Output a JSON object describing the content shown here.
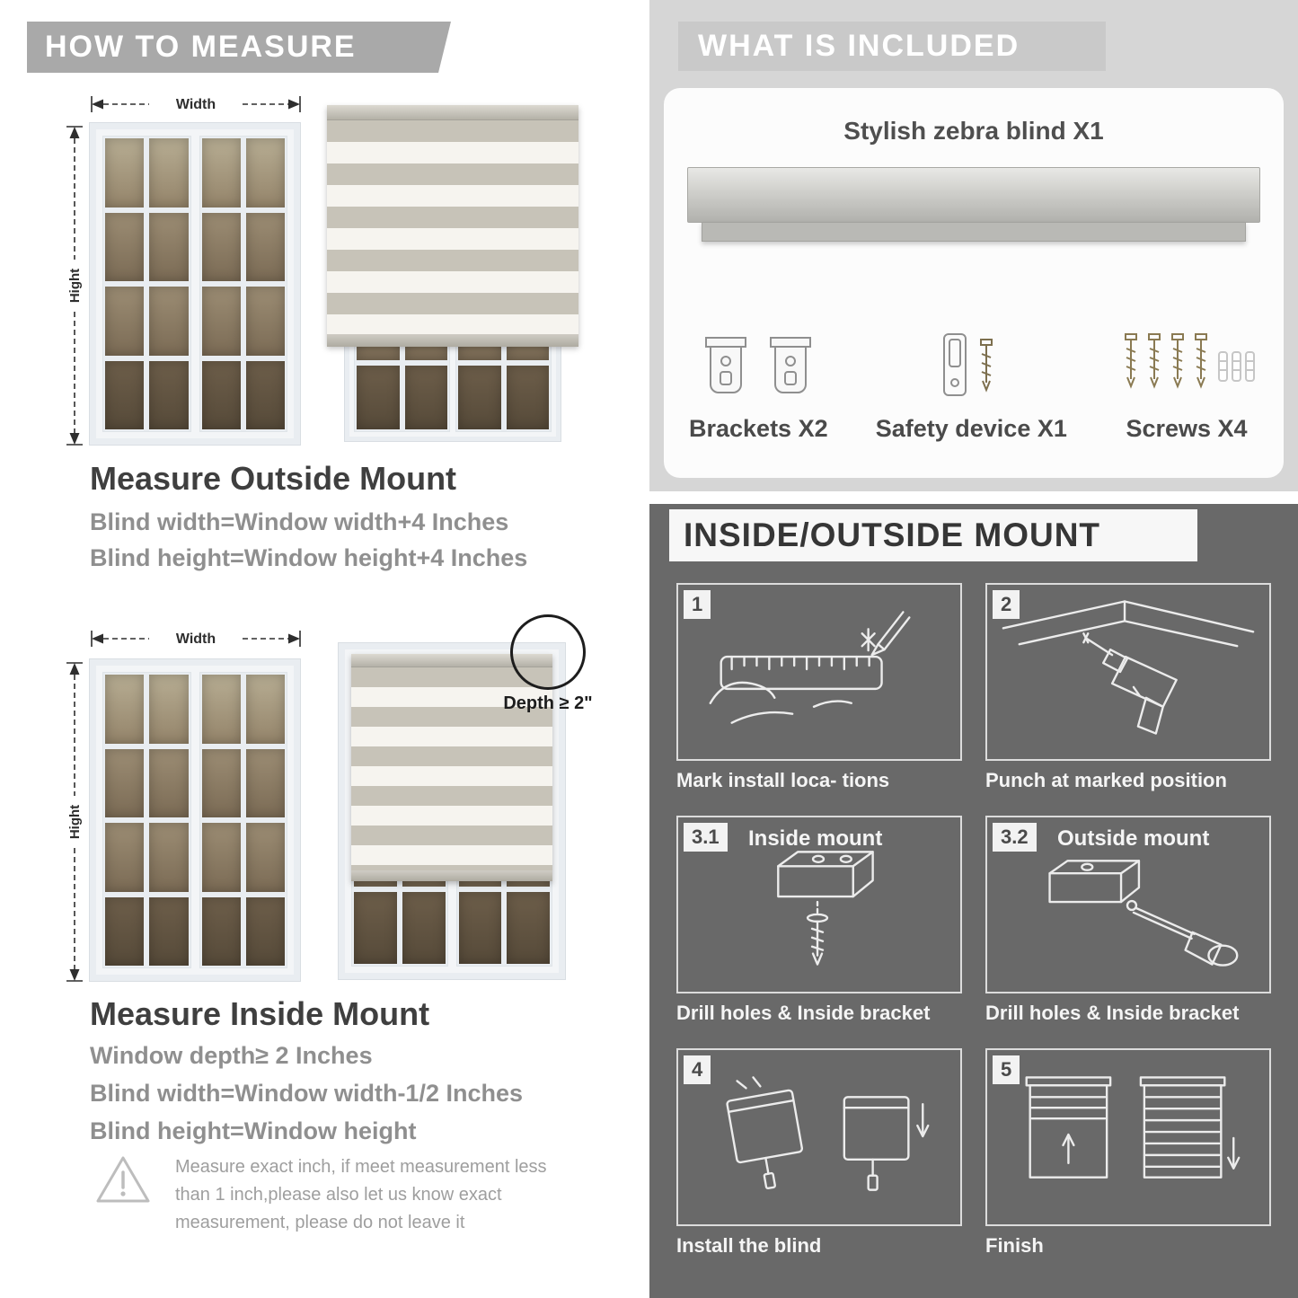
{
  "colors": {
    "left_banner": "#a9a9a9",
    "included_bg": "#d6d6d6",
    "included_banner": "#c9c9c9",
    "mount_bg": "#696969",
    "mount_banner": "#f7f7f7",
    "formula_text": "#8f8f8f"
  },
  "left": {
    "header": "HOW TO MEASURE",
    "labels": {
      "width": "Width",
      "height": "Hight"
    },
    "outside": {
      "title": "Measure Outside Mount",
      "lines": [
        "Blind width=Window width+4 Inches",
        "Blind height=Window height+4 Inches"
      ]
    },
    "inside": {
      "depth_callout": "Depth ≥ 2\"",
      "title": "Measure Inside Mount",
      "lines": [
        "Window depth≥ 2 Inches",
        "Blind width=Window width-1/2 Inches",
        "Blind height=Window height"
      ]
    },
    "warning": {
      "text": "Measure exact inch, if meet measurement less than 1 inch,please also let us know exact measurement, please do not leave it"
    }
  },
  "right": {
    "included": {
      "header": "WHAT IS INCLUDED",
      "blind_label": "Stylish zebra blind X1",
      "items": [
        "Brackets X2",
        "Safety device X1",
        "Screws X4"
      ]
    },
    "mount": {
      "header": "INSIDE/OUTSIDE MOUNT",
      "steps": [
        {
          "num": "1",
          "caption": "Mark install loca- tions"
        },
        {
          "num": "2",
          "caption": "Punch at  marked position"
        },
        {
          "num": "3.1",
          "label": "Inside mount",
          "caption": "Drill holes &  Inside bracket"
        },
        {
          "num": "3.2",
          "label": "Outside mount",
          "caption": "Drill holes &  Inside bracket"
        },
        {
          "num": "4",
          "caption": "Install the blind"
        },
        {
          "num": "5",
          "caption": "Finish"
        }
      ]
    }
  }
}
